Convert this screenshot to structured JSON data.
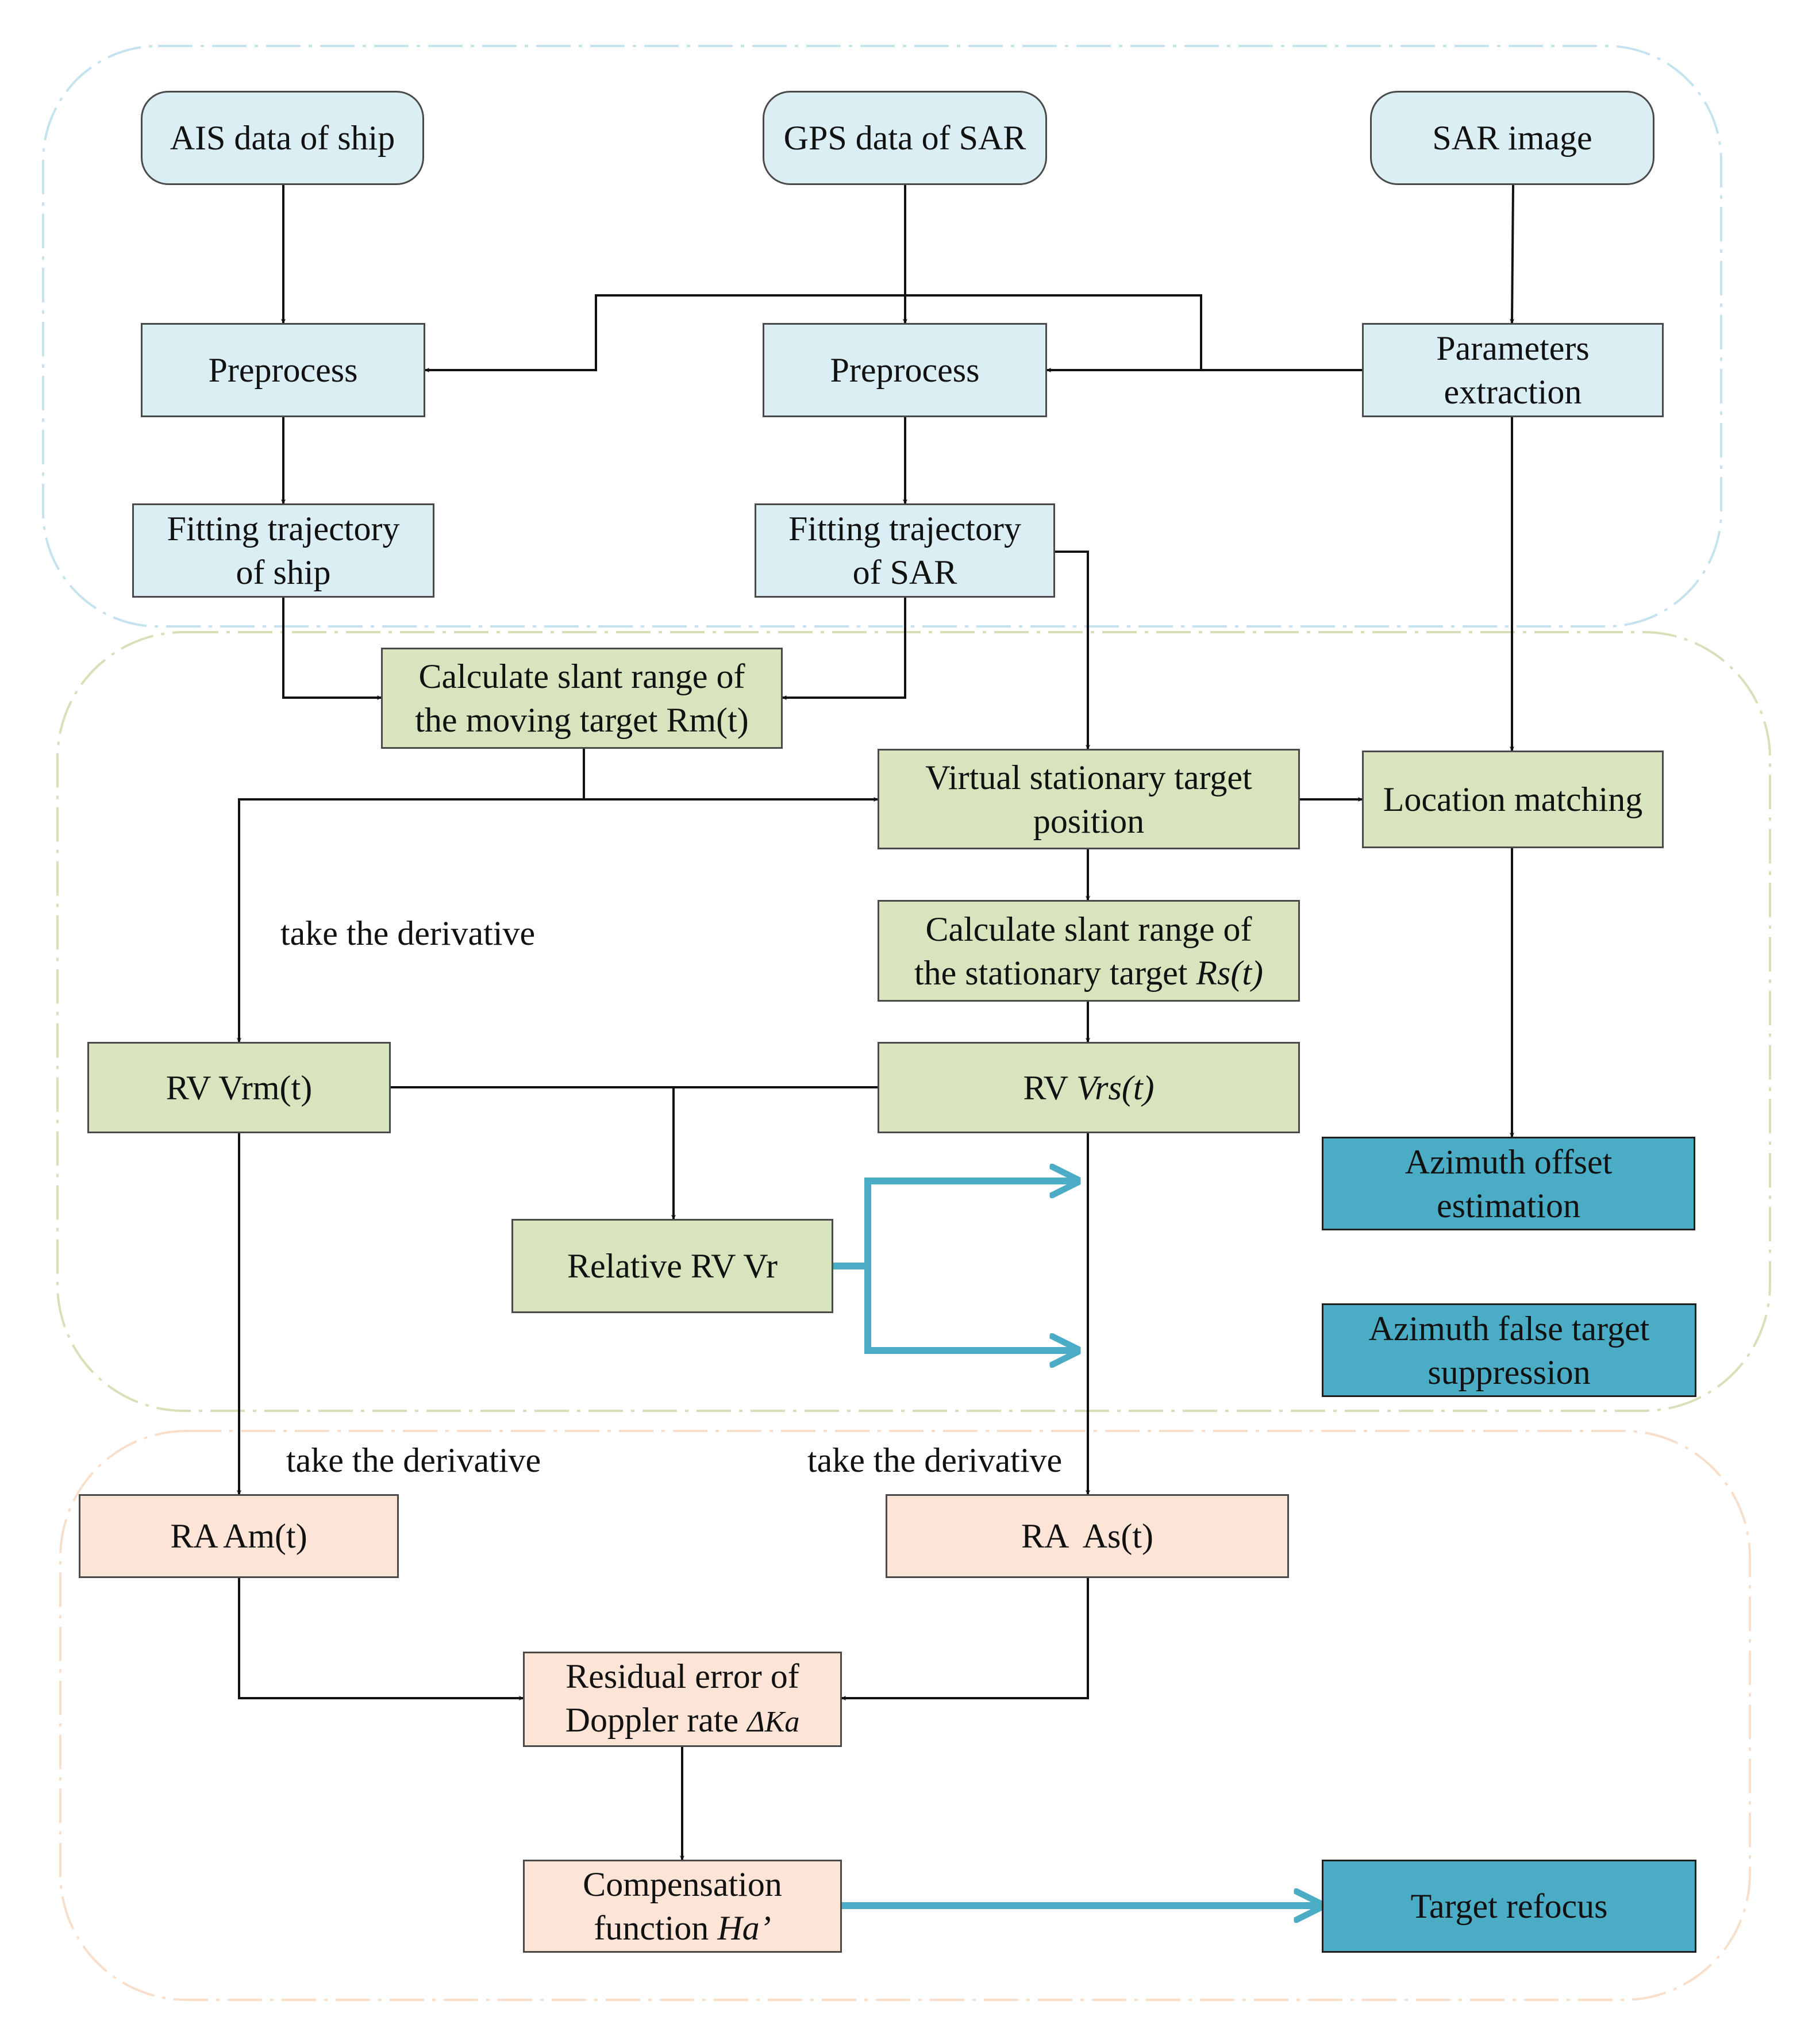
{
  "colors": {
    "region_top": "#c5e3ee",
    "region_mid": "#d7e0b8",
    "region_bottom": "#f7dfcc",
    "box_blue": "#dbeef4",
    "box_green": "#d7e4bd",
    "box_peach": "#fce4d6",
    "box_teal": "#4bacc6",
    "arrow_highlight": "#4bacc6"
  },
  "nodes": {
    "ais": "AIS data of ship",
    "gps": "GPS data of SAR",
    "sar_image": "SAR image",
    "preprocess_ship": "Preprocess",
    "preprocess_sar": "Preprocess",
    "params_line1": "Parameters",
    "params_line2": "extraction",
    "fit_ship_line1": "Fitting trajectory",
    "fit_ship_line2": "of ship",
    "fit_sar_line1": "Fitting trajectory",
    "fit_sar_line2": "of SAR",
    "slant_moving_line1": "Calculate slant range of",
    "slant_moving_line2": "the moving target Rm(t)",
    "virtual_line1": "Virtual stationary target",
    "virtual_line2": "position",
    "location_matching": "Location matching",
    "slant_stationary_line1": "Calculate slant range of",
    "slant_stationary_line2": "the stationary target ",
    "slant_stationary_sym": "Rs(t)",
    "rv_moving": "RV Vrm(t)",
    "rv_stationary_prefix": "RV ",
    "rv_stationary_sym": "Vrs(t)",
    "azimuth_offset_line1": "Azimuth offset",
    "azimuth_offset_line2": "estimation",
    "relative_rv": "Relative RV Vr",
    "azimuth_false_line1": "Azimuth false target",
    "azimuth_false_line2": "suppression",
    "ra_moving": "RA Am(t)",
    "ra_stationary": "RA  As(t)",
    "residual_line1": "Residual error of",
    "residual_line2": "Doppler rate ",
    "residual_sym": "ΔKa",
    "compensation_line1": "Compensation",
    "compensation_line2": "function ",
    "compensation_sym": "Ha’",
    "target_refocus": "Target refocus"
  },
  "edge_labels": {
    "derivative_1": "take the derivative",
    "derivative_2": "take the derivative",
    "derivative_3": "take the derivative"
  }
}
